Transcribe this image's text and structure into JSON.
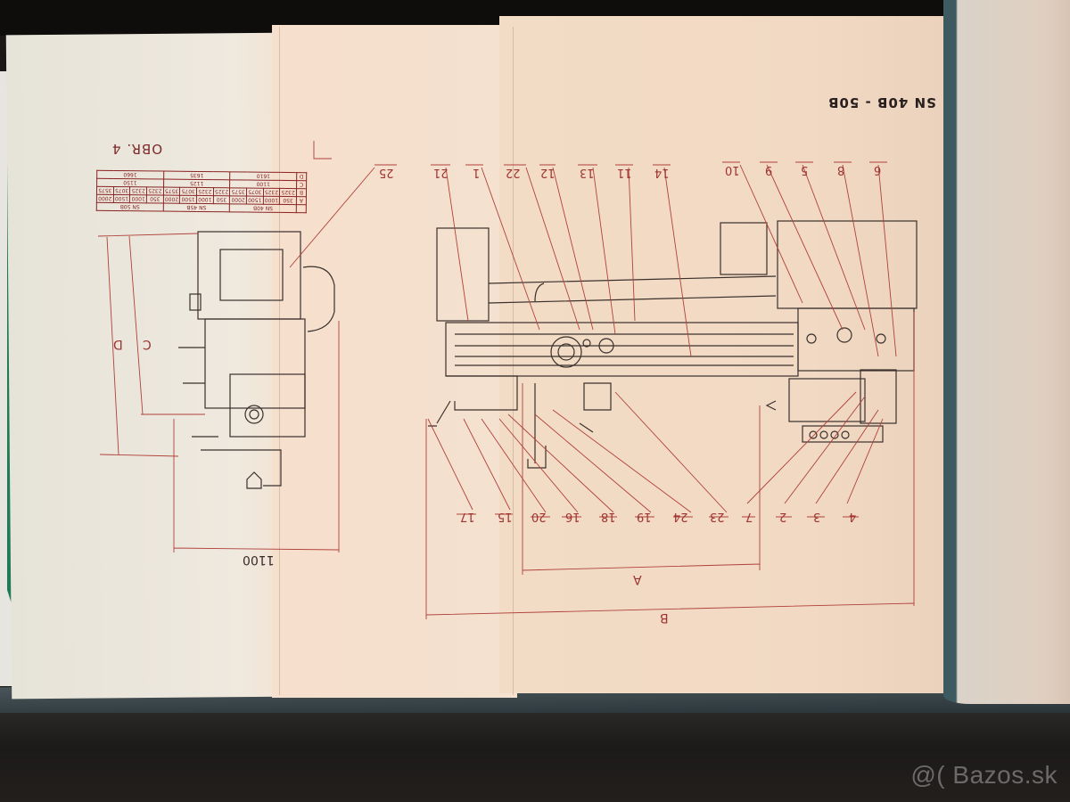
{
  "photo": {
    "subject": "Upside-down technical drawing of a lathe",
    "orientation_deg": 180
  },
  "drawing": {
    "title": "SN 40B - 50B",
    "figure_label": "OBR. 4",
    "side_view_dimension": "1100",
    "side_view_dim_labels": [
      "C",
      "D"
    ],
    "front_view_dim_labels": [
      "A",
      "B"
    ],
    "callouts_top": [
      "25",
      "21",
      "1",
      "22",
      "12",
      "13",
      "11",
      "14",
      "10",
      "9",
      "5",
      "8",
      "6"
    ],
    "callouts_bottom": [
      "17",
      "15",
      "20",
      "16",
      "18",
      "19",
      "24",
      "23",
      "7",
      "2",
      "3",
      "4"
    ]
  },
  "spec_table": {
    "row_labels": [
      "A",
      "B",
      "C",
      "D"
    ],
    "models": [
      "SN 40B",
      "SN 45B",
      "SN 50B"
    ],
    "rows": {
      "A": [
        "350",
        "1000",
        "1500",
        "2000",
        "350",
        "1000",
        "1500",
        "2000",
        "350",
        "1000",
        "1500",
        "2000"
      ],
      "B": [
        "2325",
        "2325",
        "3075",
        "3575",
        "2325",
        "2325",
        "3075",
        "3575",
        "2325",
        "2325",
        "3075",
        "3575"
      ],
      "C": [
        "1100",
        "1125",
        "1150"
      ],
      "D": [
        "1610",
        "1635",
        "1660"
      ]
    }
  },
  "watermark": "@( Bazos.sk",
  "colors": {
    "drawing_red": "#b0413a",
    "paper": "#f1e0cc",
    "background": "#1a1816",
    "green_cover": "#1f7a55"
  }
}
